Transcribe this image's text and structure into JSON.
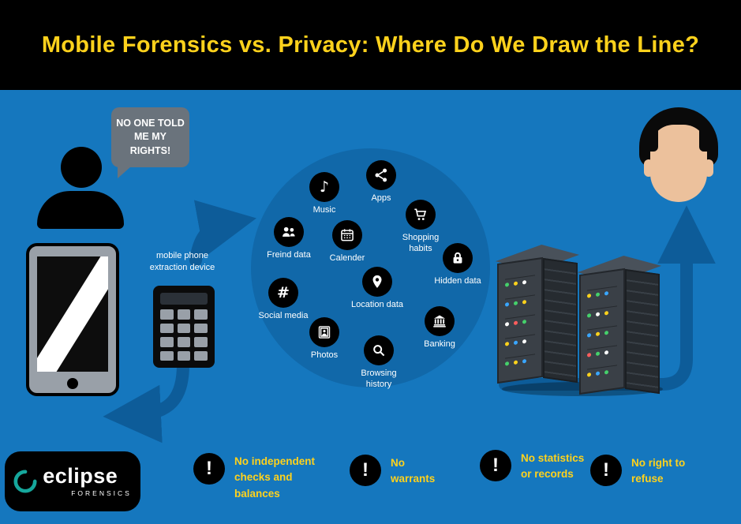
{
  "header": {
    "title": "Mobile Forensics vs. Privacy: Where Do We Draw the Line?"
  },
  "speech_bubble": {
    "text": "NO ONE TOLD ME MY RIGHTS!"
  },
  "extraction_device": {
    "label": "mobile phone extraction device"
  },
  "data_circle": {
    "items": [
      {
        "id": "music",
        "label": "Music",
        "icon": "music-note-icon"
      },
      {
        "id": "apps",
        "label": "Apps",
        "icon": "share-icon"
      },
      {
        "id": "friend-data",
        "label": "Freind data",
        "icon": "people-icon"
      },
      {
        "id": "calendar",
        "label": "Calender",
        "icon": "calendar-icon"
      },
      {
        "id": "shopping-habits",
        "label": "Shopping habits",
        "icon": "shopping-cart-icon"
      },
      {
        "id": "hidden-data",
        "label": "Hidden data",
        "icon": "padlock-icon"
      },
      {
        "id": "social-media",
        "label": "Social media",
        "icon": "hashtag-icon"
      },
      {
        "id": "location-data",
        "label": "Location data",
        "icon": "location-pin-icon"
      },
      {
        "id": "photos",
        "label": "Photos",
        "icon": "photo-icon"
      },
      {
        "id": "banking",
        "label": "Banking",
        "icon": "bank-icon"
      },
      {
        "id": "browsing-history",
        "label": "Browsing history",
        "icon": "magnifier-icon"
      }
    ]
  },
  "warnings": [
    {
      "text": "No independent checks and balances"
    },
    {
      "text": "No warrants"
    },
    {
      "text": "No statistics or records"
    },
    {
      "text": "No right to refuse"
    }
  ],
  "logo": {
    "brand": "eclipse",
    "subtitle": "FORENSICS"
  },
  "colors": {
    "background": "#1577be",
    "header_bg": "#000000",
    "accent_yellow": "#ffd21c",
    "circle_fill": "#1168a9",
    "arrow_blue": "#0d5c99",
    "bubble_gray": "#6a737c",
    "led_green": "#45d06b",
    "led_blue": "#39a6ff",
    "led_red": "#ff5d5d"
  }
}
